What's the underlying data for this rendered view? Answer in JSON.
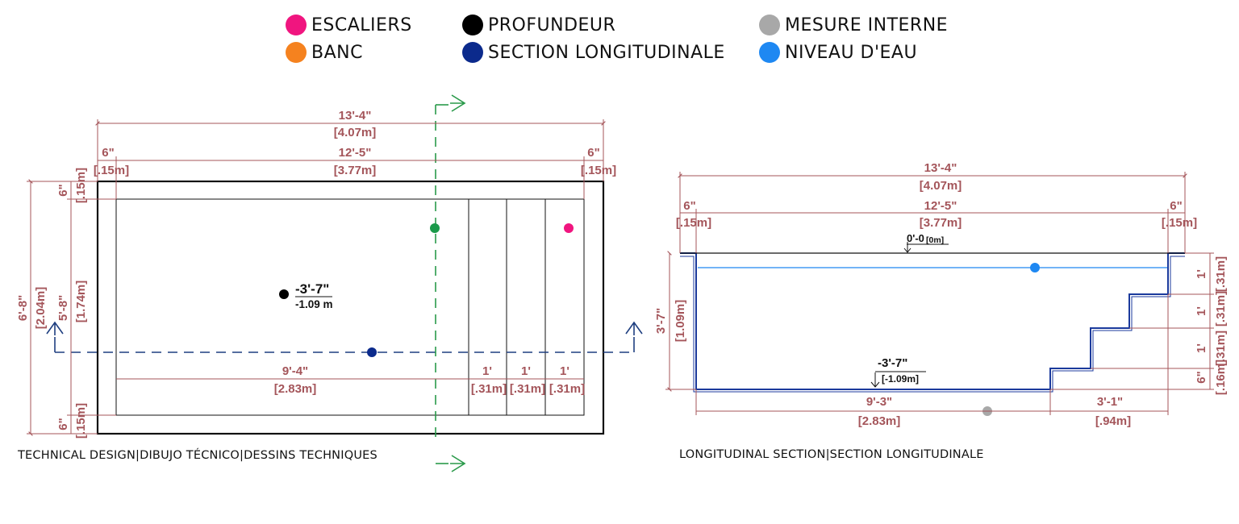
{
  "legend": [
    {
      "label": "ESCALIERS",
      "color": "#f0157f"
    },
    {
      "label": "BANC",
      "color": "#f5821f"
    },
    {
      "label": "PROFUNDEUR",
      "color": "#000000"
    },
    {
      "label": "SECTION LONGITUDINALE",
      "color": "#0b2a8c"
    },
    {
      "label": "MESURE INTERNE",
      "color": "#a8a8a8"
    },
    {
      "label": "NIVEAU D'EAU",
      "color": "#1e88f2"
    }
  ],
  "colors": {
    "dimension": "#a4555a",
    "outline": "#111111",
    "section_cut": "#1f3f80",
    "cross_section_cut": "#2a9a4a",
    "marker_green": "#1a9a4a",
    "pool_wall_blue": "#1b3a9c"
  },
  "plan": {
    "caption": "TECHNICAL DESIGN|DIBUJO TÉCNICO|DESSINS TECHNIQUES",
    "overall_length_ft": "13'-4\"",
    "overall_length_m": "[4.07m]",
    "left_wall_ft": "6\"",
    "left_wall_m": "[.15m]",
    "inner_length_ft": "12'-5\"",
    "inner_length_m": "[3.77m]",
    "right_wall_ft": "6\"",
    "right_wall_m": "[.15m]",
    "overall_width_ft": "6'-8\"",
    "overall_width_m": "[2.04m]",
    "top_wall_ft": "6\"",
    "top_wall_m": "[.15m]",
    "inner_width_ft": "5'-8\"",
    "inner_width_m": "[1.74m]",
    "bottom_wall_ft": "6\"",
    "bottom_wall_m": "[.15m]",
    "floor_length_ft": "9'-4\"",
    "floor_length_m": "[2.83m]",
    "step1_ft": "1'",
    "step1_m": "[.31m]",
    "step2_ft": "1'",
    "step2_m": "[.31m]",
    "step3_ft": "1'",
    "step3_m": "[.31m]",
    "depth_ft": "-3'-7\"",
    "depth_m": "-1.09 m"
  },
  "section": {
    "caption": "LONGITUDINAL SECTION|SECTION LONGITUDINALE",
    "overall_length_ft": "13'-4\"",
    "overall_length_m": "[4.07m]",
    "left_wall_ft": "6\"",
    "left_wall_m": "[.15m]",
    "inner_length_ft": "12'-5\"",
    "inner_length_m": "[3.77m]",
    "right_wall_ft": "6\"",
    "right_wall_m": "[.15m]",
    "top_level": "0'-0",
    "top_level_m": "[0m]",
    "depth_ft": "3'-7\"",
    "depth_m": "[1.09m]",
    "floor_level_ft": "-3'-7\"",
    "floor_level_m": "[-1.09m]",
    "floor_length_ft": "9'-3\"",
    "floor_length_m": "[2.83m]",
    "stairs_length_ft": "3'-1\"",
    "stairs_length_m": "[.94m]",
    "riser1_ft": "1'",
    "riser1_m": "[.31m]",
    "riser2_ft": "1'",
    "riser2_m": "[.31m]",
    "riser3_ft": "1'",
    "riser3_m": "[.31m]",
    "riser4_ft": "6\"",
    "riser4_m": "[.16m]"
  }
}
